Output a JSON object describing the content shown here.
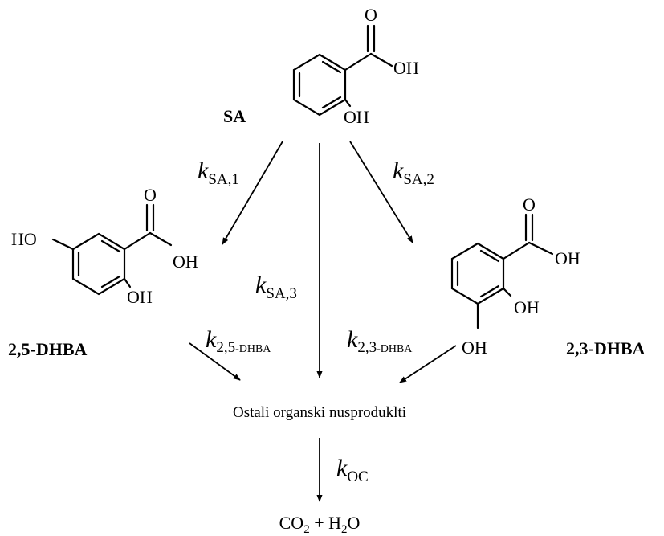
{
  "compounds": {
    "sa": {
      "name": "SA",
      "groups": {
        "carbonyl_o": "O",
        "acid_oh": "OH",
        "ring_oh": "OH"
      }
    },
    "dhba25": {
      "name": "2,5-DHBA",
      "groups": {
        "carbonyl_o": "O",
        "acid_oh": "OH",
        "ring_oh_2": "OH",
        "ring_oh_5": "HO"
      }
    },
    "dhba23": {
      "name": "2,3-DHBA",
      "groups": {
        "carbonyl_o": "O",
        "acid_oh": "OH",
        "ring_oh_2": "OH",
        "ring_oh_3": "OH"
      }
    }
  },
  "rate_constants": {
    "k_sa1": {
      "k": "k",
      "sub": "SA,1"
    },
    "k_sa2": {
      "k": "k",
      "sub": "SA,2"
    },
    "k_sa3": {
      "k": "k",
      "sub": "SA,3"
    },
    "k_25": {
      "k": "k",
      "sub_a": "2,5",
      "sub_b": "-DHBA"
    },
    "k_23": {
      "k": "k",
      "sub_a": "2,3",
      "sub_b": "-DHBA"
    },
    "k_oc": {
      "k": "k",
      "sub": "OC"
    }
  },
  "byproducts": "Ostali organski nusproduklti",
  "products": {
    "co": "CO",
    "co_sub": "2",
    "plus_h": " + H",
    "h_sub": "2",
    "o": "O"
  }
}
